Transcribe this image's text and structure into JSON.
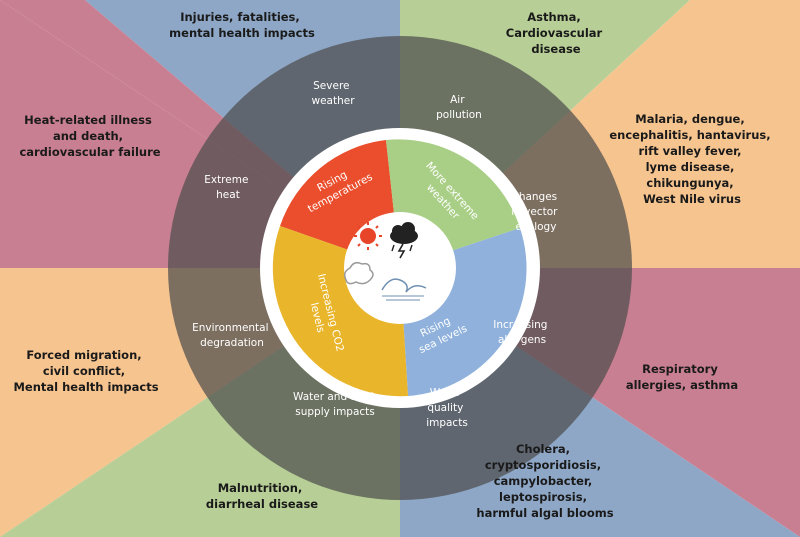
{
  "colors": {
    "blue": "#8ea7c6",
    "green": "#b7cf96",
    "peach": "#f6c48f",
    "pink": "#c97f92",
    "ring": "#4d4d4d",
    "hub_white": "#ffffff",
    "red": "#ea4e2c",
    "lightgreen": "#a9cf86",
    "lightblue": "#8fb1dc",
    "yellow": "#e9b52b"
  },
  "outer_impacts": {
    "top_left": [
      "Injuries, fatalities,",
      "mental health impacts"
    ],
    "top_right": [
      "Asthma,",
      "Cardiovascular",
      "disease"
    ],
    "left_upper": [
      "Heat-related illness",
      "and death,",
      "cardiovascular failure"
    ],
    "right_upper": [
      "Malaria, dengue,",
      "encephalitis, hantavirus,",
      "rift valley fever,",
      "lyme disease,",
      "chikungunya,",
      "West Nile virus"
    ],
    "left_lower": [
      "Forced migration,",
      "civil conflict,",
      "Mental health impacts"
    ],
    "right_lower": [
      "Respiratory",
      "allergies, asthma"
    ],
    "bottom_left": [
      "Malnutrition,",
      "diarrheal disease"
    ],
    "bottom_right": [
      "Cholera,",
      "cryptosporidiosis,",
      "campylobacter,",
      "leptospirosis,",
      "harmful algal blooms"
    ]
  },
  "ring_labels": {
    "severe_weather": [
      "Severe",
      "weather"
    ],
    "air_pollution": [
      "Air",
      "pollution"
    ],
    "extreme_heat": [
      "Extreme",
      "heat"
    ],
    "vector_ecology": [
      "Changes",
      "in vector",
      "ecology"
    ],
    "env_degradation": [
      "Environmental",
      "degradation"
    ],
    "allergens": [
      "Increasing",
      "allergens"
    ],
    "water_food": [
      "Water and food",
      "supply impacts"
    ],
    "water_quality": [
      "Water",
      "quality",
      "impacts"
    ]
  },
  "drivers": {
    "rising_temperatures": [
      "Rising",
      "temperatures"
    ],
    "more_extreme_weather": [
      "More extreme",
      "weather"
    ],
    "increasing_co2": [
      "Increasing CO2",
      "levels"
    ],
    "rising_sea_levels": [
      "Rising",
      "sea levels"
    ]
  },
  "icons": [
    "sun-icon",
    "storm-cloud-icon",
    "smoke-cloud-icon",
    "wave-icon"
  ]
}
